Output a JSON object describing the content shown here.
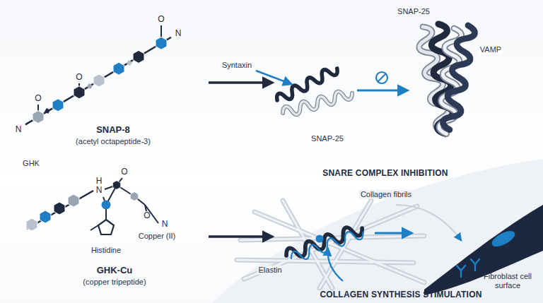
{
  "diagram": {
    "nodes": [
      {
        "text": [
          "SNAP-8",
          "(acetyl octapeptide-3)"
        ]
      },
      {
        "text": [
          "SNARE COMPLEX INHIBITION"
        ]
      },
      {
        "text": [
          "GHK-Cu",
          "(copper tripeptide)"
        ]
      },
      {
        "text": [
          "COLLAGEN SYNTHESIS STIMULATION"
        ]
      }
    ],
    "edges": [
      {
        "from": 0,
        "to": 1,
        "arrow": "to"
      },
      {
        "from": 2,
        "to": 3,
        "arrow": "to"
      }
    ],
    "labels": [
      "O",
      "N",
      "O",
      "O",
      "N",
      "Syntaxin",
      "SNAP-25",
      "VAMP",
      "SNAP-25",
      "GHK",
      "O",
      "H",
      "N",
      "O",
      "N",
      "Copper (II)",
      "Histidine",
      "Collagen fibrils",
      "Elastin",
      "Fibroblast cell surface"
    ]
  }
}
